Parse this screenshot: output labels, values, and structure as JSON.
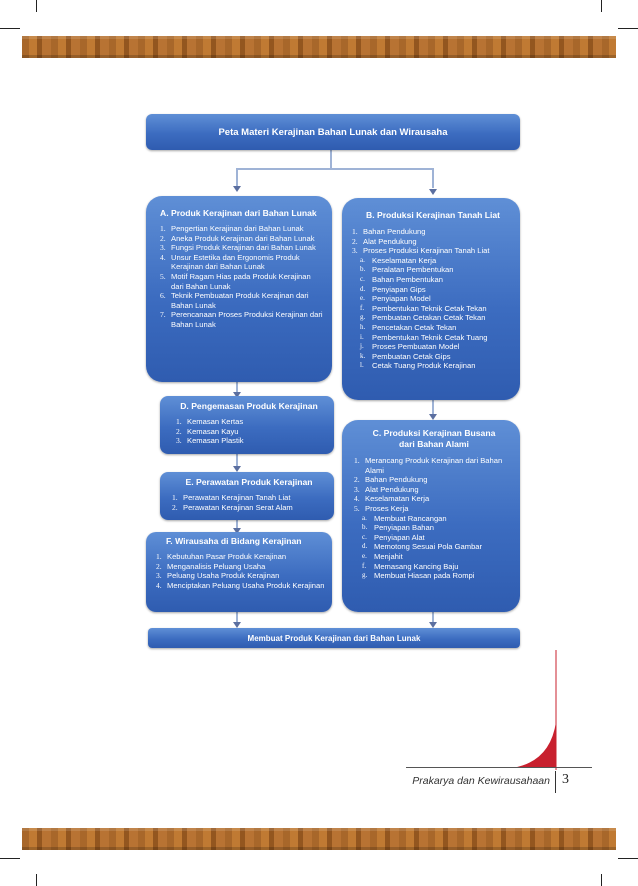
{
  "title": "Peta Materi Kerajinan Bahan Lunak dan Wirausaha",
  "box_a": {
    "title": "A. Produk Kerajinan dari Bahan Lunak",
    "items": [
      {
        "n": "1.",
        "t": "Pengertian Kerajinan dari Bahan Lunak"
      },
      {
        "n": "2.",
        "t": "Aneka Produk Kerajinan dari Bahan Lunak"
      },
      {
        "n": "3.",
        "t": "Fungsi Produk Kerajinan dari Bahan Lunak"
      },
      {
        "n": "4.",
        "t": "Unsur Estetika dan Ergonomis Produk Kerajinan dari Bahan Lunak"
      },
      {
        "n": "5.",
        "t": "Motif Ragam Hias pada Produk Kerajinan dari Bahan Lunak"
      },
      {
        "n": "6.",
        "t": "Teknik Pembuatan Produk Kerajinan dari Bahan Lunak"
      },
      {
        "n": "7.",
        "t": "Perencanaan Proses Produksi Kerajinan dari Bahan Lunak"
      }
    ]
  },
  "box_b": {
    "title": "B. Produksi Kerajinan Tanah Liat",
    "items": [
      {
        "n": "1.",
        "t": "Bahan Pendukung"
      },
      {
        "n": "2.",
        "t": "Alat Pendukung"
      },
      {
        "n": "3.",
        "t": "Proses Produksi Kerajinan Tanah Liat"
      }
    ],
    "subitems": [
      {
        "n": "a.",
        "t": "Keselamatan Kerja"
      },
      {
        "n": "b.",
        "t": "Peralatan Pembentukan"
      },
      {
        "n": "c.",
        "t": "Bahan Pembentukan"
      },
      {
        "n": "d.",
        "t": "Penyiapan Gips"
      },
      {
        "n": "e.",
        "t": "Penyiapan Model"
      },
      {
        "n": "f.",
        "t": "Pembentukan Teknik Cetak Tekan"
      },
      {
        "n": "g.",
        "t": "Pembuatan Cetakan Cetak Tekan"
      },
      {
        "n": "h.",
        "t": "Pencetakan Cetak Tekan"
      },
      {
        "n": "i.",
        "t": "Pembentukan Teknik Cetak Tuang"
      },
      {
        "n": "j.",
        "t": "Proses Pembuatan Model"
      },
      {
        "n": "k.",
        "t": "Pembuatan Cetak Gips"
      },
      {
        "n": "l.",
        "t": "Cetak Tuang Produk Kerajinan"
      }
    ]
  },
  "box_d": {
    "title": "D. Pengemasan Produk Kerajinan",
    "items": [
      {
        "n": "1.",
        "t": "Kemasan Kertas"
      },
      {
        "n": "2.",
        "t": "Kemasan Kayu"
      },
      {
        "n": "3.",
        "t": "Kemasan Plastik"
      }
    ]
  },
  "box_c": {
    "title": "C. Produksi Kerajinan Busana dari Bahan Alami",
    "items": [
      {
        "n": "1.",
        "t": "Merancang Produk Kerajinan dari Bahan Alami"
      },
      {
        "n": "2.",
        "t": "Bahan Pendukung"
      },
      {
        "n": "3.",
        "t": "Alat Pendukung"
      },
      {
        "n": "4.",
        "t": "Keselamatan Kerja"
      },
      {
        "n": "5.",
        "t": "Proses Kerja"
      }
    ],
    "subitems": [
      {
        "n": "a.",
        "t": "Membuat Rancangan"
      },
      {
        "n": "b.",
        "t": "Penyiapan Bahan"
      },
      {
        "n": "c.",
        "t": "Penyiapan Alat"
      },
      {
        "n": "d.",
        "t": "Memotong Sesuai Pola Gambar"
      },
      {
        "n": "e.",
        "t": "Menjahit"
      },
      {
        "n": "f.",
        "t": "Memasang Kancing Baju"
      },
      {
        "n": "g.",
        "t": "Membuat Hiasan pada Rompi"
      }
    ]
  },
  "box_e": {
    "title": "E. Perawatan Produk Kerajinan",
    "items": [
      {
        "n": "1.",
        "t": "Perawatan Kerajinan Tanah Liat"
      },
      {
        "n": "2.",
        "t": "Perawatan Kerajinan Serat Alam"
      }
    ]
  },
  "box_f": {
    "title": "F. Wirausaha di Bidang Kerajinan",
    "items": [
      {
        "n": "1.",
        "t": "Kebutuhan Pasar Produk Kerajinan"
      },
      {
        "n": "2.",
        "t": "Menganalisis Peluang Usaha"
      },
      {
        "n": "3.",
        "t": "Peluang Usaha Produk Kerajinan"
      },
      {
        "n": "4.",
        "t": "Menciptakan Peluang Usaha Produk Kerajinan"
      }
    ]
  },
  "footer_box": "Membuat Produk Kerajinan dari Bahan Lunak",
  "footer": {
    "book_title": "Prakarya dan Kewirausahaan",
    "page_number": "3"
  },
  "colors": {
    "box": "#3c6cc0",
    "accent_red": "#c8202e",
    "wood": "#b87333"
  }
}
